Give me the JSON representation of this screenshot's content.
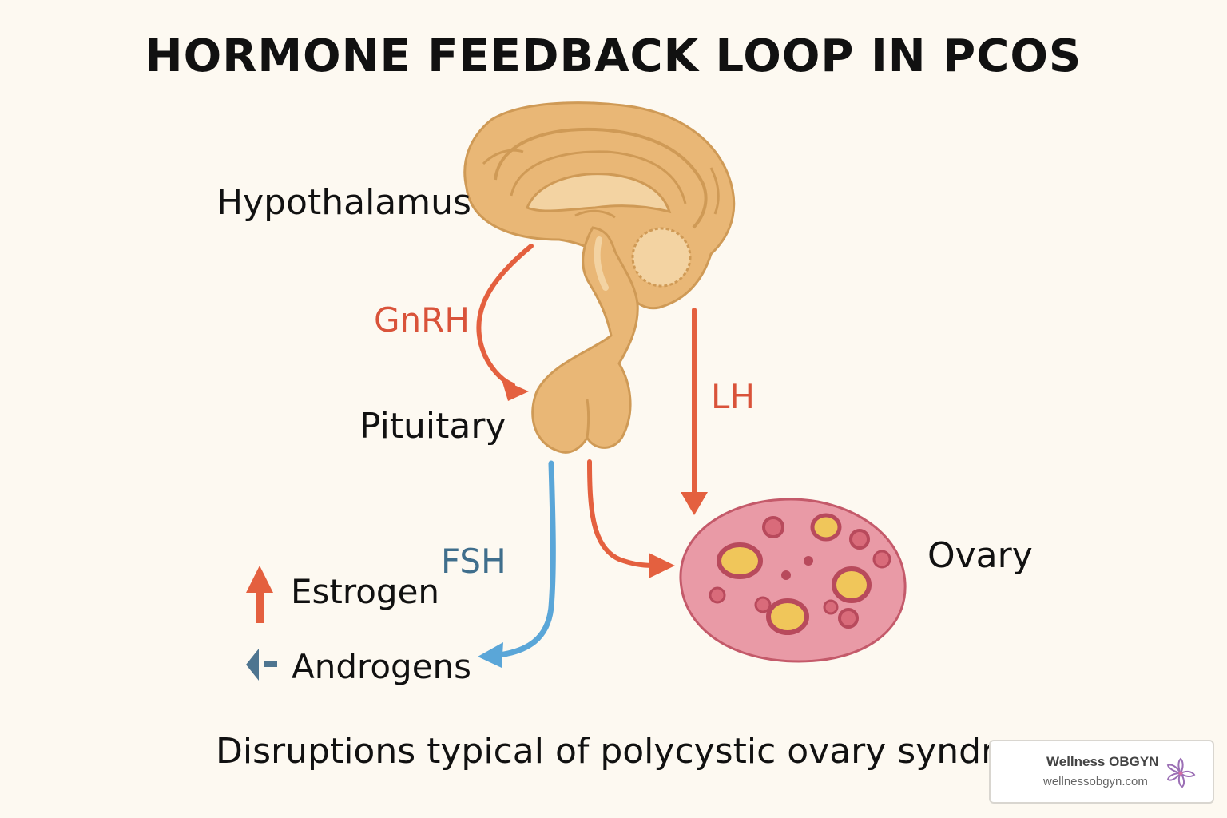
{
  "title": "HORMONE FEEDBACK LOOP IN PCOS",
  "labels": {
    "hypothalamus": "Hypothalamus",
    "pituitary": "Pituitary",
    "ovary": "Ovary"
  },
  "hormones": {
    "gnrh": "GnRH",
    "lh": "LH",
    "fsh": "FSH"
  },
  "legend": {
    "estrogen": "Estrogen",
    "androgens": "Androgens"
  },
  "caption": "Disruptions typical of polycystic ovary syndrome",
  "badge": {
    "name": "Wellness OBGYN",
    "url": "wellnessobgyn.com"
  },
  "colors": {
    "red_arrow": "#e4603f",
    "blue_arrow": "#5aa6d8",
    "fsh_text": "#3f6e8c",
    "brain": "#e9b776",
    "ovary": "#e99aa6"
  },
  "icons": {
    "estrogen": "arrow-up-icon",
    "androgens": "arrow-left-icon",
    "badge": "flower-icon"
  }
}
